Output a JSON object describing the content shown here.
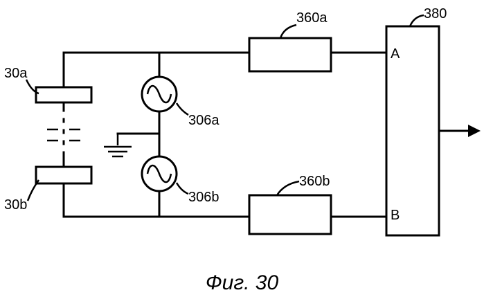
{
  "labels": {
    "electrode_top": "30a",
    "electrode_bottom": "30b",
    "source_top": "306a",
    "source_bottom": "306b",
    "block_top": "360a",
    "block_bottom": "360b",
    "processor": "380",
    "input_a": "A",
    "input_b": "B"
  },
  "caption": "Фиг. 30"
}
